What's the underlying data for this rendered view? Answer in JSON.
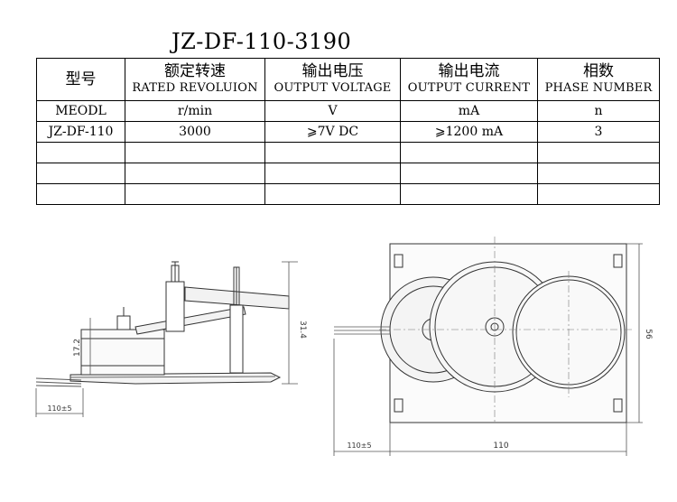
{
  "title": "JZ-DF-110-3190",
  "table": {
    "headers": [
      {
        "cn": "型号",
        "en": ""
      },
      {
        "cn": "额定转速",
        "en": "RATED REVOLUION"
      },
      {
        "cn": "输出电压",
        "en": "OUTPUT VOLTAGE"
      },
      {
        "cn": "输出电流",
        "en": "OUTPUT CURRENT"
      },
      {
        "cn": "相数",
        "en": "PHASE NUMBER"
      }
    ],
    "units": [
      "MEODL",
      "r/min",
      "V",
      "mA",
      "n"
    ],
    "rows": [
      [
        "JZ-DF-110",
        "3000",
        "⩾7V DC",
        "⩾1200 mA",
        "3"
      ],
      [
        "",
        "",
        "",
        "",
        ""
      ],
      [
        "",
        "",
        "",
        "",
        ""
      ],
      [
        "",
        "",
        "",
        "",
        ""
      ]
    ]
  },
  "side_view": {
    "dim_height_small": "17.2",
    "dim_height_total": "31.4",
    "dim_lead": "110±5"
  },
  "top_view": {
    "dim_height": "56",
    "dim_lead": "110±5",
    "dim_width": "110"
  }
}
